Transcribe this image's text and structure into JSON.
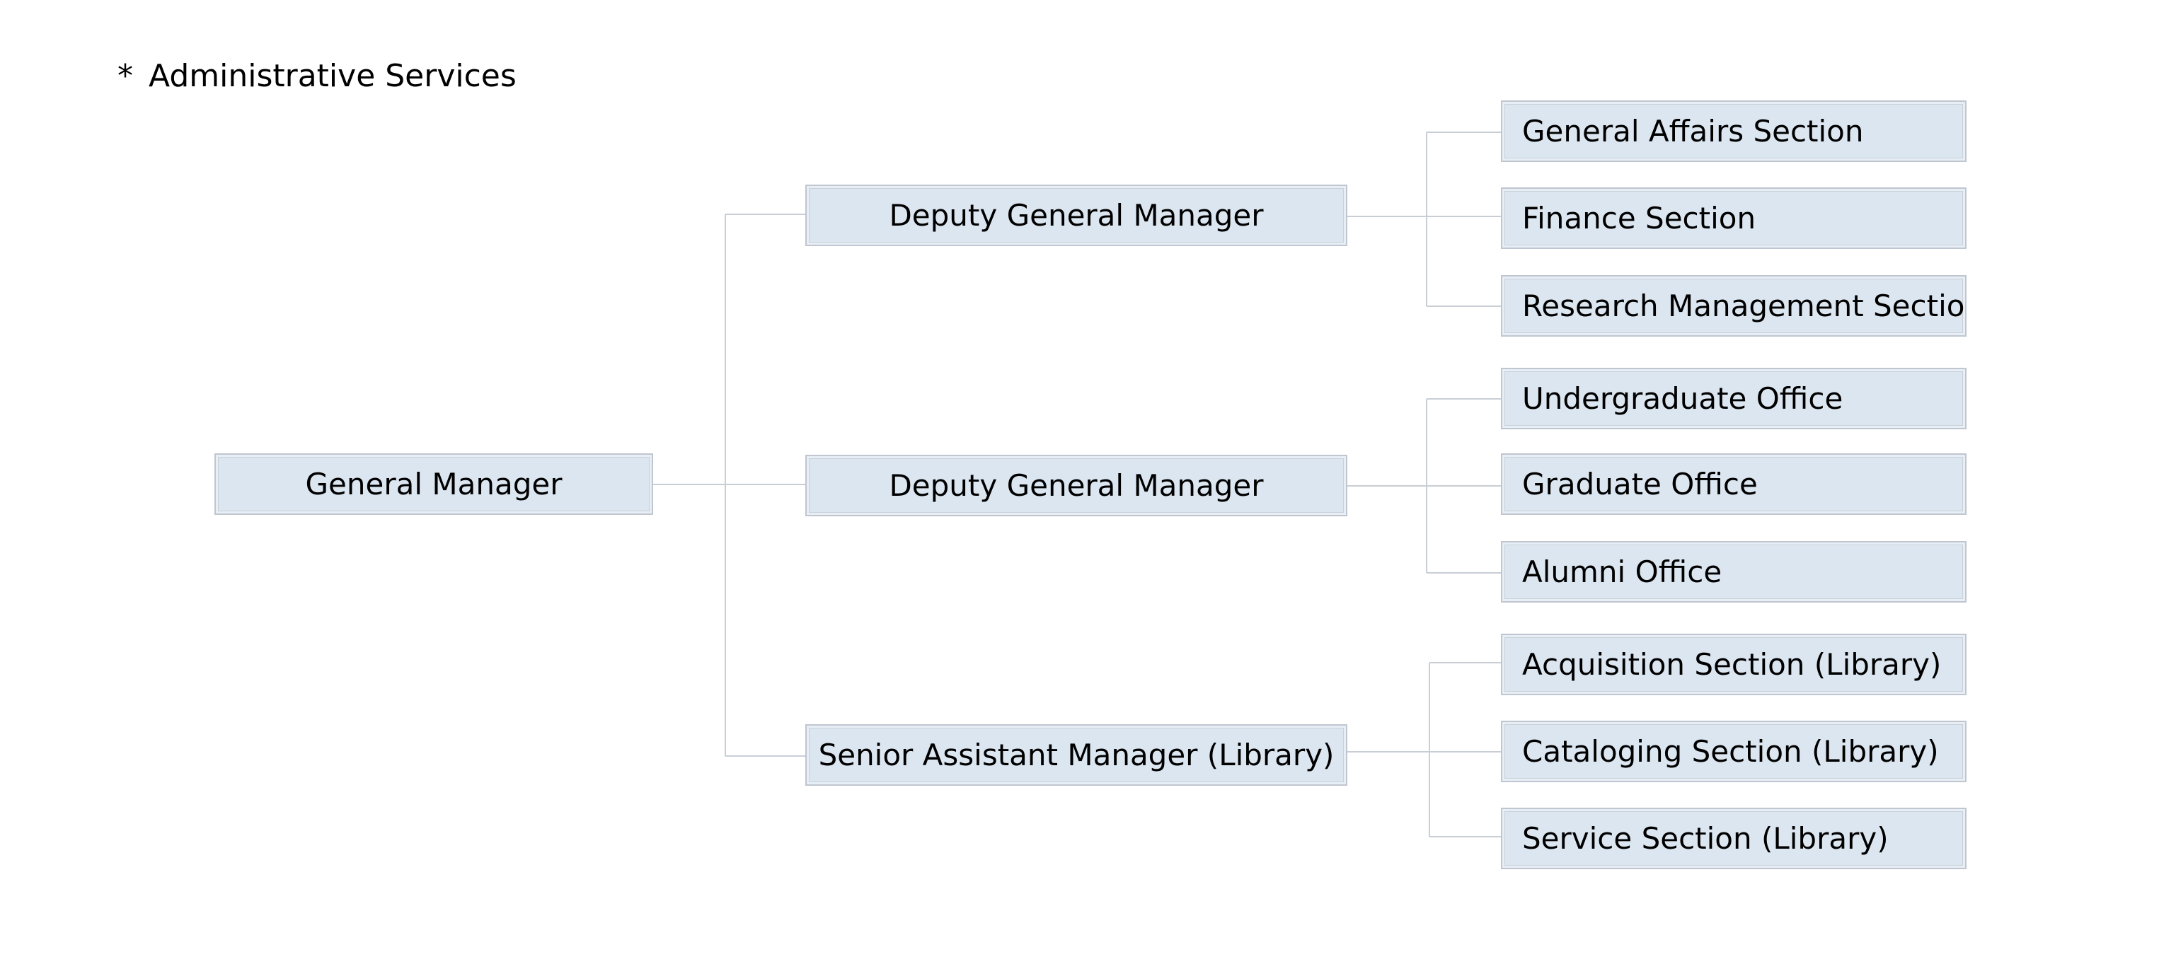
{
  "title": {
    "marker": "*",
    "text": "Administrative Services"
  },
  "root": {
    "label": "General Manager"
  },
  "managers": [
    {
      "label": "Deputy General Manager",
      "sections": [
        "General Affairs Section",
        "Finance Section",
        "Research Management Section"
      ]
    },
    {
      "label": "Deputy General Manager",
      "sections": [
        "Undergraduate Office",
        "Graduate Office",
        "Alumni Office"
      ]
    },
    {
      "label": "Senior Assistant Manager (Library)",
      "sections": [
        "Acquisition Section (Library)",
        "Cataloging Section (Library)",
        "Service Section (Library)"
      ]
    }
  ],
  "colors": {
    "box_fill": "#dce6f0",
    "box_border": "#c0c6cf",
    "connector": "#c9ced6",
    "text": "#000000"
  }
}
